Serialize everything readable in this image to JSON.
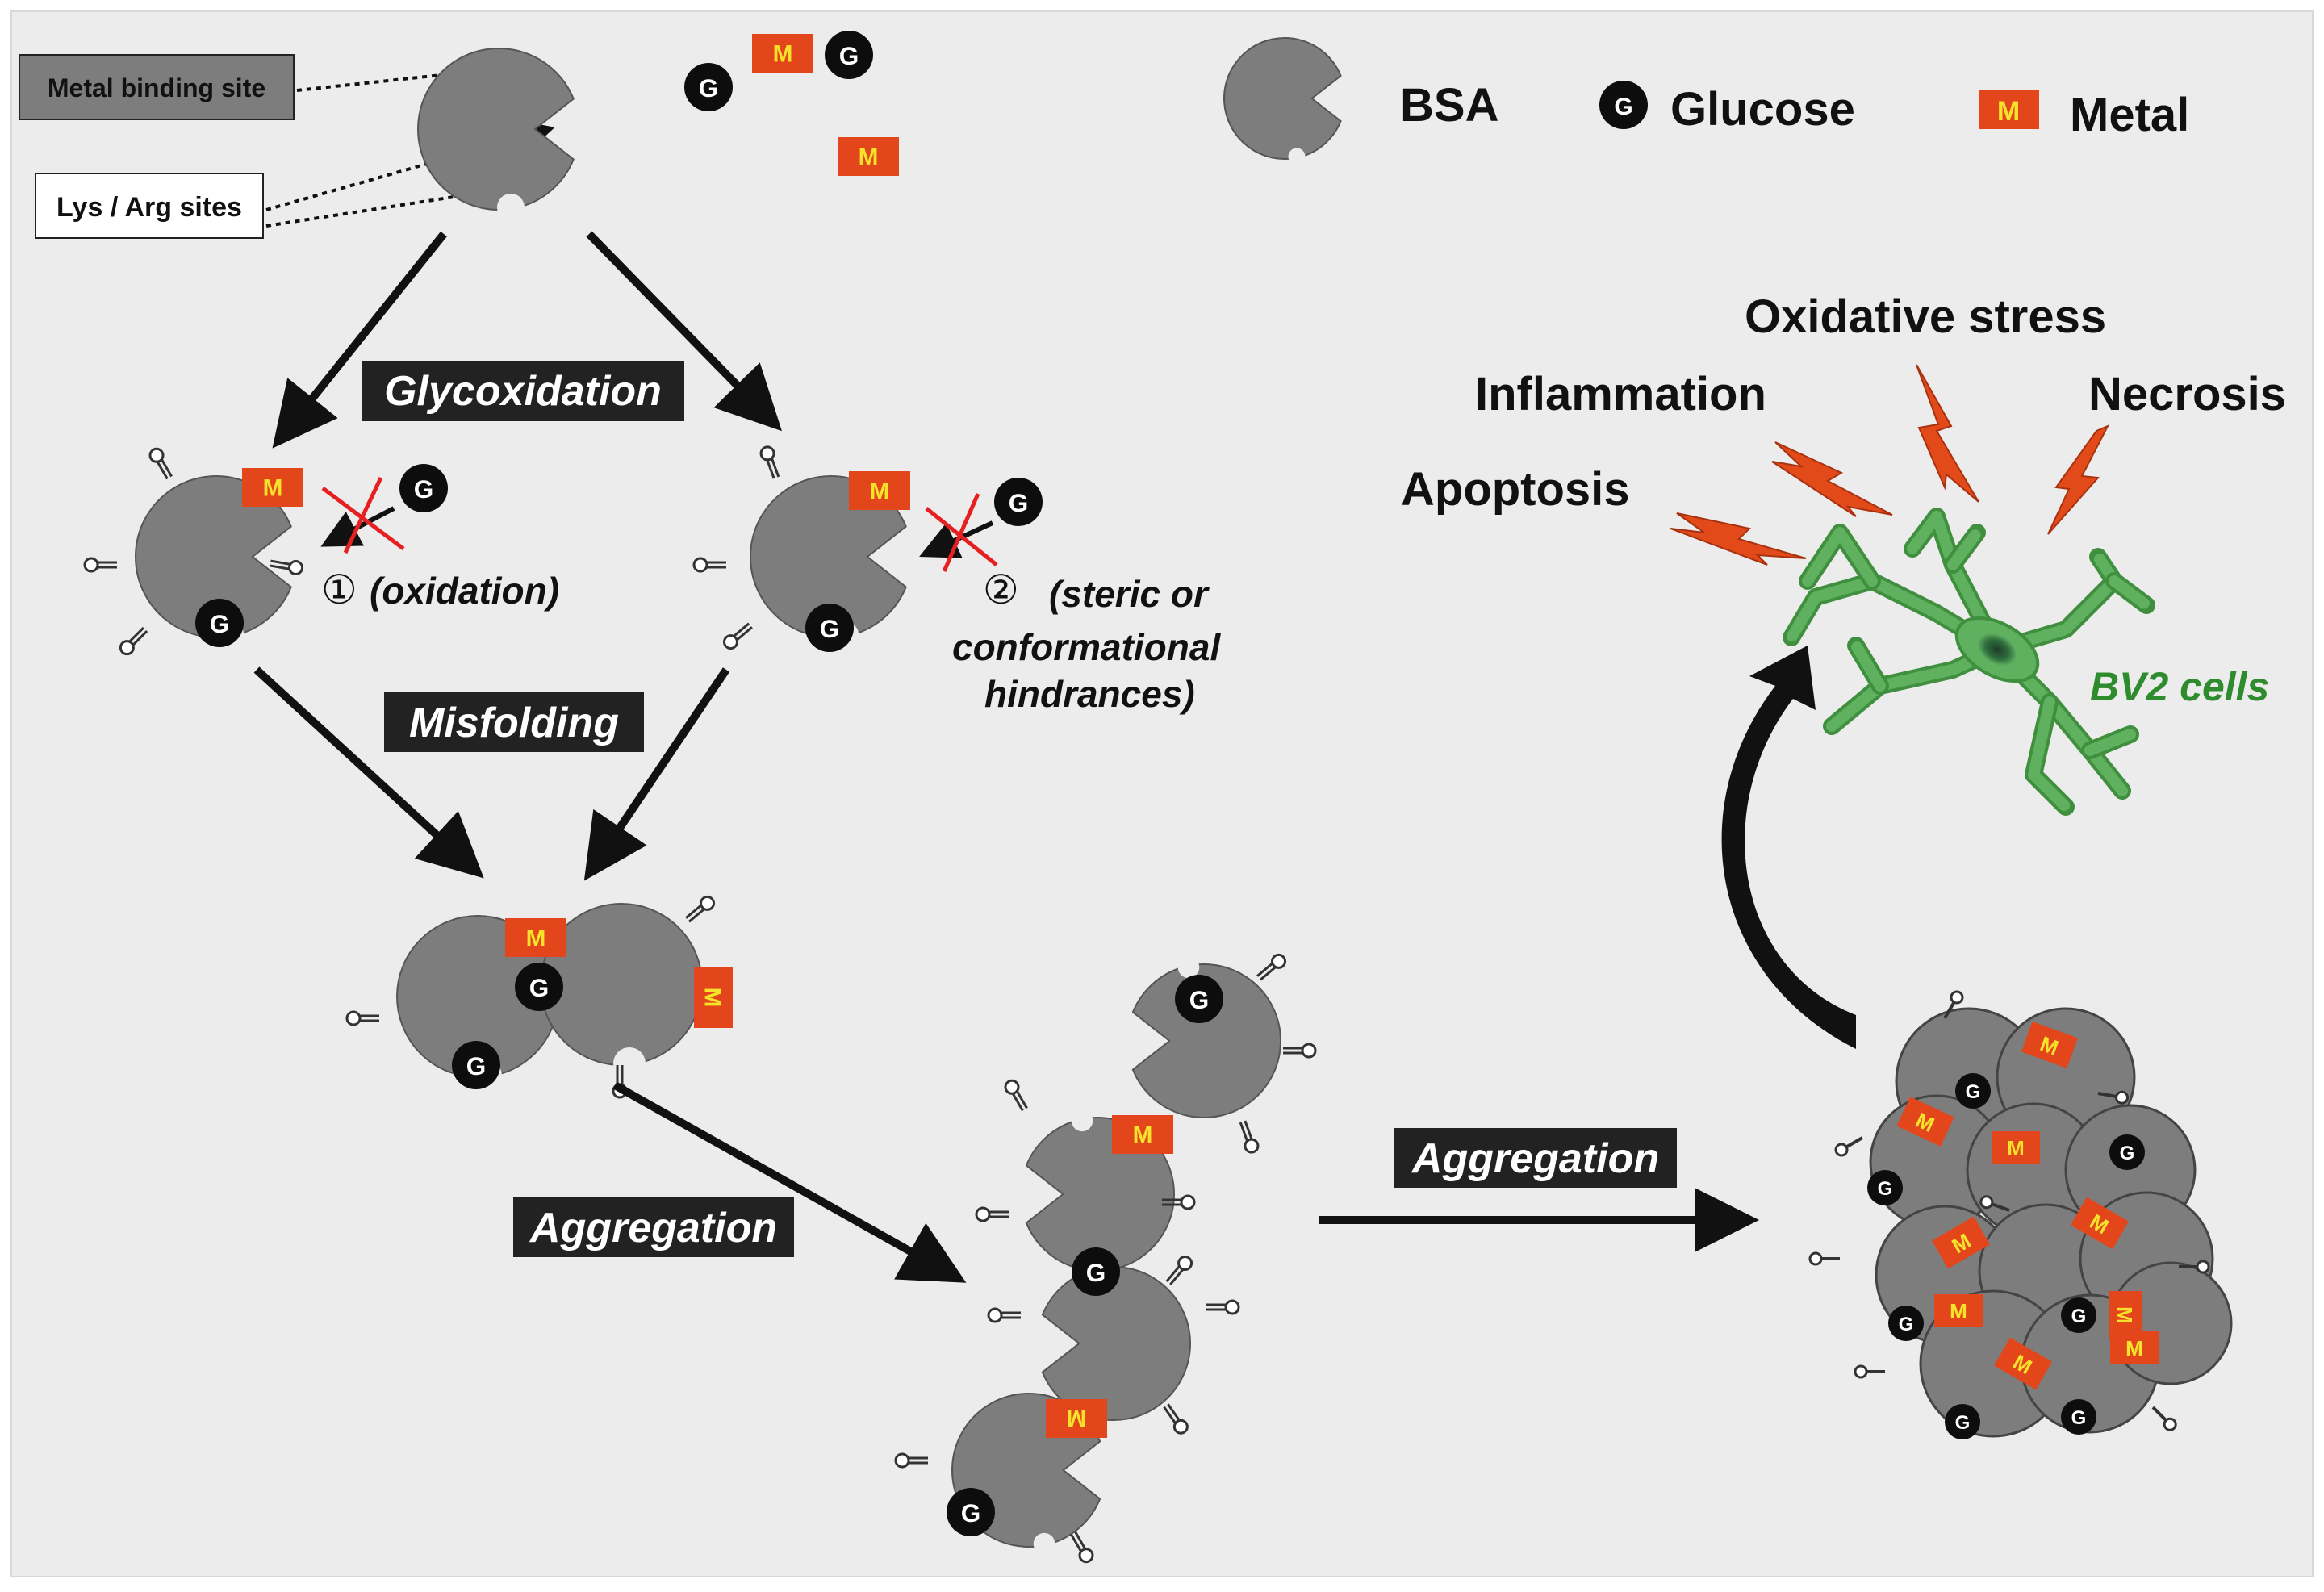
{
  "legend": {
    "bsa": "BSA",
    "glucose": "Glucose",
    "metal": "Metal",
    "glucose_symbol": "G",
    "metal_symbol": "M"
  },
  "sites": {
    "metal_binding": "Metal binding site",
    "lys_arg": "Lys / Arg  sites"
  },
  "processes": {
    "glycoxidation": "Glycoxidation",
    "misfolding": "Misfolding",
    "aggregation": "Aggregation"
  },
  "paths": {
    "path1_marker": "①",
    "path1_note": "(oxidation)",
    "path2_marker": "②",
    "path2_note_line1": "(steric or",
    "path2_note_line2": "conformational",
    "path2_note_line3": "hindrances)"
  },
  "effects": {
    "oxidative_stress": "Oxidative stress",
    "inflammation": "Inflammation",
    "necrosis": "Necrosis",
    "apoptosis": "Apoptosis"
  },
  "cells": {
    "label": "BV2 cells"
  },
  "colors": {
    "panel_background": "#ececec",
    "protein": "#7d7d7d",
    "metal_box": "#e3461a",
    "metal_letter": "#f5e22a",
    "glucose": "#0d0d0d",
    "lightning": "#e34a1a",
    "cell": "#5fb05f",
    "cell_label": "#2e8b2e",
    "banner": "#222222"
  }
}
